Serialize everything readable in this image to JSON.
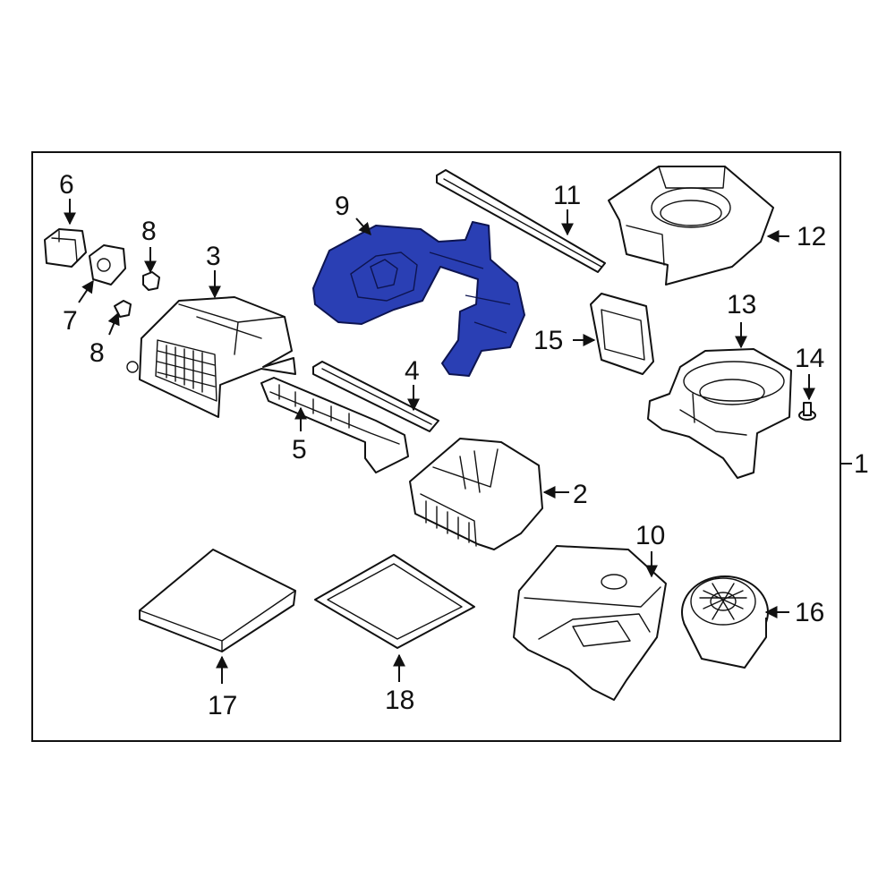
{
  "diagram": {
    "highlight_color": "#2a3fb4",
    "highlighted_part": "9",
    "callouts": {
      "c1": "1",
      "c2": "2",
      "c3": "3",
      "c4": "4",
      "c5": "5",
      "c6": "6",
      "c7": "7",
      "c8a": "8",
      "c8b": "8",
      "c9": "9",
      "c10": "10",
      "c11": "11",
      "c12": "12",
      "c13": "13",
      "c14": "14",
      "c15": "15",
      "c16": "16",
      "c17": "17",
      "c18": "18"
    }
  }
}
